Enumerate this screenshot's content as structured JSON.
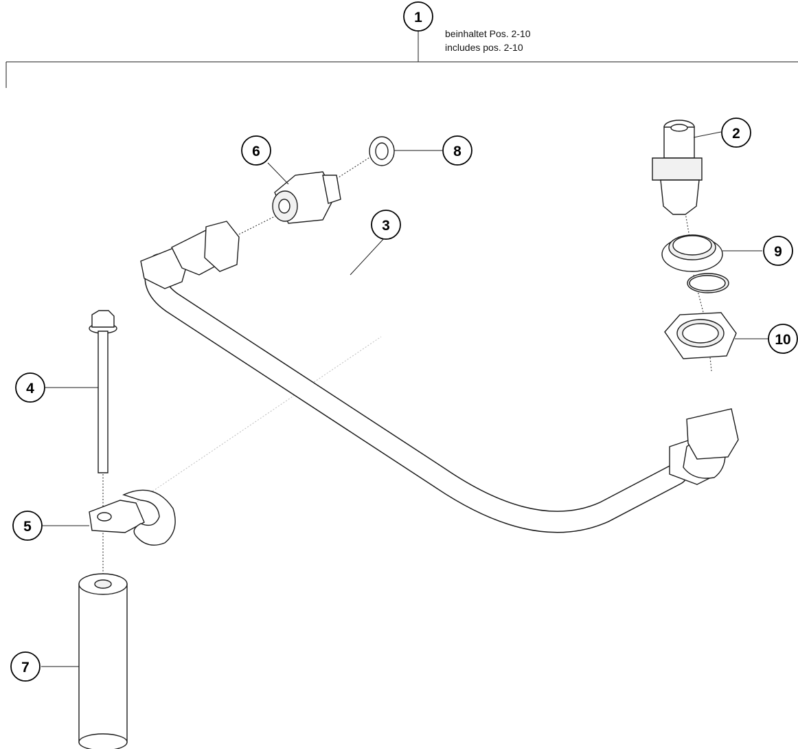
{
  "diagram": {
    "note": {
      "line_de": "beinhaltet Pos. 2-10",
      "line_en": "includes  pos. 2-10"
    },
    "callouts": [
      {
        "id": "1",
        "label": "1"
      },
      {
        "id": "2",
        "label": "2"
      },
      {
        "id": "3",
        "label": "3"
      },
      {
        "id": "4",
        "label": "4"
      },
      {
        "id": "5",
        "label": "5"
      },
      {
        "id": "6",
        "label": "6"
      },
      {
        "id": "7",
        "label": "7"
      },
      {
        "id": "8",
        "label": "8"
      },
      {
        "id": "9",
        "label": "9"
      },
      {
        "id": "10",
        "label": "10"
      }
    ],
    "colors": {
      "line": "#1a1a1a",
      "background": "#ffffff",
      "part_fill": "#f1f1f1"
    }
  }
}
